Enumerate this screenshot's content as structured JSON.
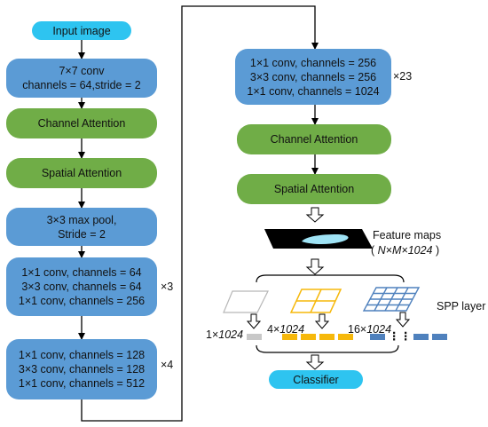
{
  "left_column": {
    "input": "Input image",
    "conv7": [
      "7×7 conv",
      "channels = 64,stride = 2"
    ],
    "channel_attention": "Channel Attention",
    "spatial_attention": "Spatial Attention",
    "maxpool": [
      "3×3 max pool,",
      "Stride = 2"
    ],
    "block1": {
      "lines": [
        "1×1 conv, channels = 64",
        "3×3 conv, channels = 64",
        "1×1 conv, channels = 256"
      ],
      "repeat": "×3"
    },
    "block2": {
      "lines": [
        "1×1 conv, channels = 128",
        "3×3 conv, channels = 128",
        "1×1 conv, channels = 512"
      ],
      "repeat": "×4"
    }
  },
  "right_column": {
    "block3": {
      "lines": [
        "1×1 conv, channels = 256",
        "3×3 conv, channels = 256",
        "1×1 conv, channels = 1024"
      ],
      "repeat": "×23"
    },
    "channel_attention": "Channel Attention",
    "spatial_attention": "Spatial Attention",
    "feature_maps": {
      "title": "Feature maps",
      "open": "(",
      "dims": "N×M×1024",
      "close": ")"
    },
    "spp_label": "SPP layer",
    "out1": {
      "prefix": "1×",
      "value": "1024"
    },
    "out2": {
      "prefix": "4×",
      "value": "1024"
    },
    "out3": {
      "prefix": "16×",
      "value": "1024"
    },
    "dots": "⋮",
    "dots2": "⋮",
    "classifier": "Classifier"
  },
  "colors": {
    "conv_block": "#5b9bd5",
    "attention": "#70ad47",
    "io": "#2ec4f0",
    "pool_gray": "#c8c8c8",
    "pool_yellow": "#f6b80b",
    "pool_blue": "#4f81bd"
  }
}
